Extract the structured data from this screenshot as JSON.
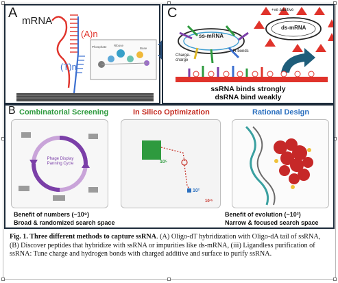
{
  "panel_a": {
    "letter": "A",
    "mrna_label": "mRNA",
    "polya_label": "(A)n",
    "polyt_label": "(T)n",
    "structure_labels": [
      "Phosphate",
      "Ribose",
      "Base"
    ]
  },
  "panel_c": {
    "letter": "C",
    "additive_label": "+ve additive",
    "dsmrna_label": "ds-mRNA",
    "ssmrna_label": "ss-mRNA",
    "charge_label": "Charge-\ncharge",
    "hbond_label": "H-bonds",
    "footer_line1": "ssRNA binds strongly",
    "footer_line2": "dsRNA bind weakly"
  },
  "panel_b": {
    "letter": "B",
    "columns": [
      {
        "title": "Combinatorial Screening",
        "color": "#2e9a3e"
      },
      {
        "title": "In Silico Optimization",
        "color": "#c42a20"
      },
      {
        "title": "Rational Design",
        "color": "#2a6fbf"
      }
    ],
    "cycle_center": "Phage Display\nPanning Cycle",
    "insilico_numbers": {
      "top": "10⁵",
      "small": "10²",
      "corner": "10¹⁵"
    },
    "left_benefit_1": "Benefit of numbers (~10⁹)",
    "left_benefit_2": "Broad & randomized search space",
    "right_benefit_1": "Benefit of evolution (~10²)",
    "right_benefit_2": "Narrow & focused search space"
  },
  "caption": {
    "bold": "Fig. 1. Three different methods to capture ssRNA",
    "text": ". (A) Oligo-dT hybridization with Oligo-dA tail of ssRNA, (B) Discover peptides that  hybridize with ssRNA or impurities like ds-mRNA, (iii) Ligandless purification of ssRNA: Tune charge and hydrogen bonds with charged additive and surface to purify ssRNA."
  },
  "colors": {
    "border": "#1d2b3a",
    "polya_red": "#e0332b",
    "polyt_blue": "#3b6fd0",
    "green": "#2e9a3e",
    "red": "#c42a20",
    "blue": "#2a6fbf"
  }
}
